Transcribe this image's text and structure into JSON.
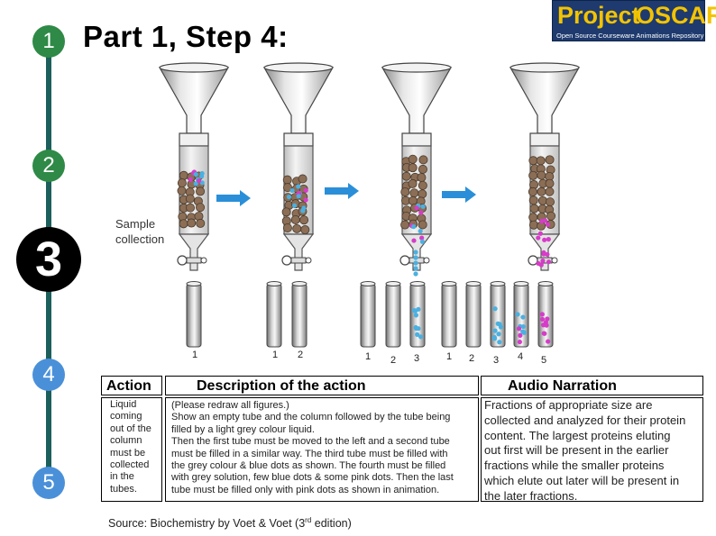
{
  "header": {
    "title": "Part 1, Step 4:"
  },
  "logo": {
    "word1": "Project",
    "word2": "OSCAR",
    "tagline": "Open Source Courseware Animations Repository"
  },
  "steps": [
    "1",
    "2",
    "3",
    "4",
    "5"
  ],
  "diagram": {
    "sample_label_line1": "Sample",
    "sample_label_line2": "collection",
    "tube_numbers": [
      "1",
      "1",
      "2",
      "1",
      "2",
      "3",
      "1",
      "2",
      "3",
      "4",
      "5"
    ]
  },
  "table": {
    "action_header": "Action",
    "description_header": "Description of the action",
    "narration_header": "Audio Narration",
    "action_lines": [
      "Liquid",
      "coming",
      "out of the",
      "column",
      "must be",
      "collected",
      "in the",
      "tubes."
    ],
    "description_lines": [
      "(Please redraw all figures.)",
      "Show an empty tube and the column followed by the tube being",
      "filled by a light grey colour liquid.",
      "Then the first tube must be moved to the left and a second tube",
      "must be filled in a similar way. The third tube must be filled with",
      "the grey colour & blue dots as shown. The fourth must be filled",
      "with grey solution, few blue dots & some pink dots. Then the last",
      "tube must be filled only with pink dots as shown in animation."
    ],
    "narration_lines": [
      "Fractions of appropriate size are",
      "collected and analyzed for their protein",
      "content. The largest proteins eluting",
      "out first will be present in the earlier",
      "fractions while the smaller proteins",
      "which elute out later will be present in",
      "the later fractions."
    ]
  },
  "source": {
    "prefix": "Source: Biochemistry by Voet & Voet (3",
    "sup": "rd",
    "suffix": " edition)"
  },
  "colors": {
    "rail": "#1c5f5b",
    "step_green": "#2e8a46",
    "step_blue": "#4a90d9",
    "arrow": "#2a8fd8",
    "bead": "#8b6e55",
    "blue_dot": "#4bb0e0",
    "pink_dot": "#d63cc8"
  }
}
